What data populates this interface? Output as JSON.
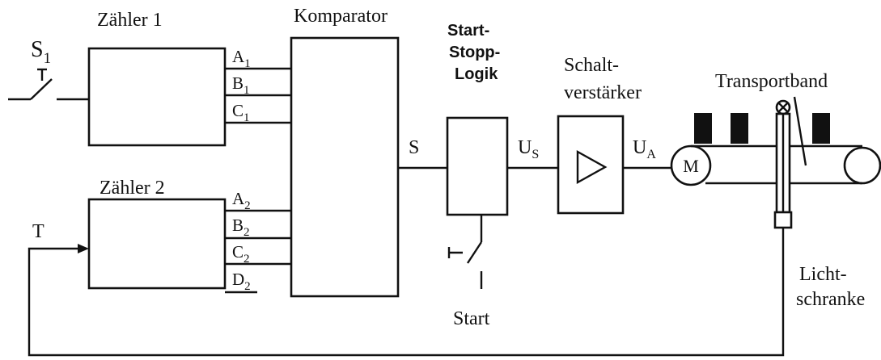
{
  "blocks": {
    "counter1": {
      "title": "Zähler 1",
      "outputs": [
        {
          "main": "A",
          "sub": "1"
        },
        {
          "main": "B",
          "sub": "1"
        },
        {
          "main": "C",
          "sub": "1"
        }
      ]
    },
    "counter2": {
      "title": "Zähler 2",
      "outputs": [
        {
          "main": "A",
          "sub": "2"
        },
        {
          "main": "B",
          "sub": "2"
        },
        {
          "main": "C",
          "sub": "2"
        },
        {
          "main": "D",
          "sub": "2"
        }
      ]
    },
    "comparator": {
      "title": "Komparator"
    },
    "start_stop": {
      "title_lines": [
        "Start-",
        "Stopp-",
        "Logik"
      ]
    },
    "amplifier": {
      "title_lines": [
        "Schalt-",
        "verstärker"
      ]
    },
    "conveyor": {
      "title": "Transportband",
      "motor": "M"
    },
    "light_barrier": {
      "title_lines": [
        "Licht-",
        "schranke"
      ]
    }
  },
  "signals": {
    "s1": {
      "main": "S",
      "sub": "1"
    },
    "t": "T",
    "s": "S",
    "us": {
      "main": "U",
      "sub": "S"
    },
    "ua": {
      "main": "U",
      "sub": "A"
    },
    "start": "Start"
  },
  "colors": {
    "ink": "#111111",
    "background": "#ffffff"
  }
}
